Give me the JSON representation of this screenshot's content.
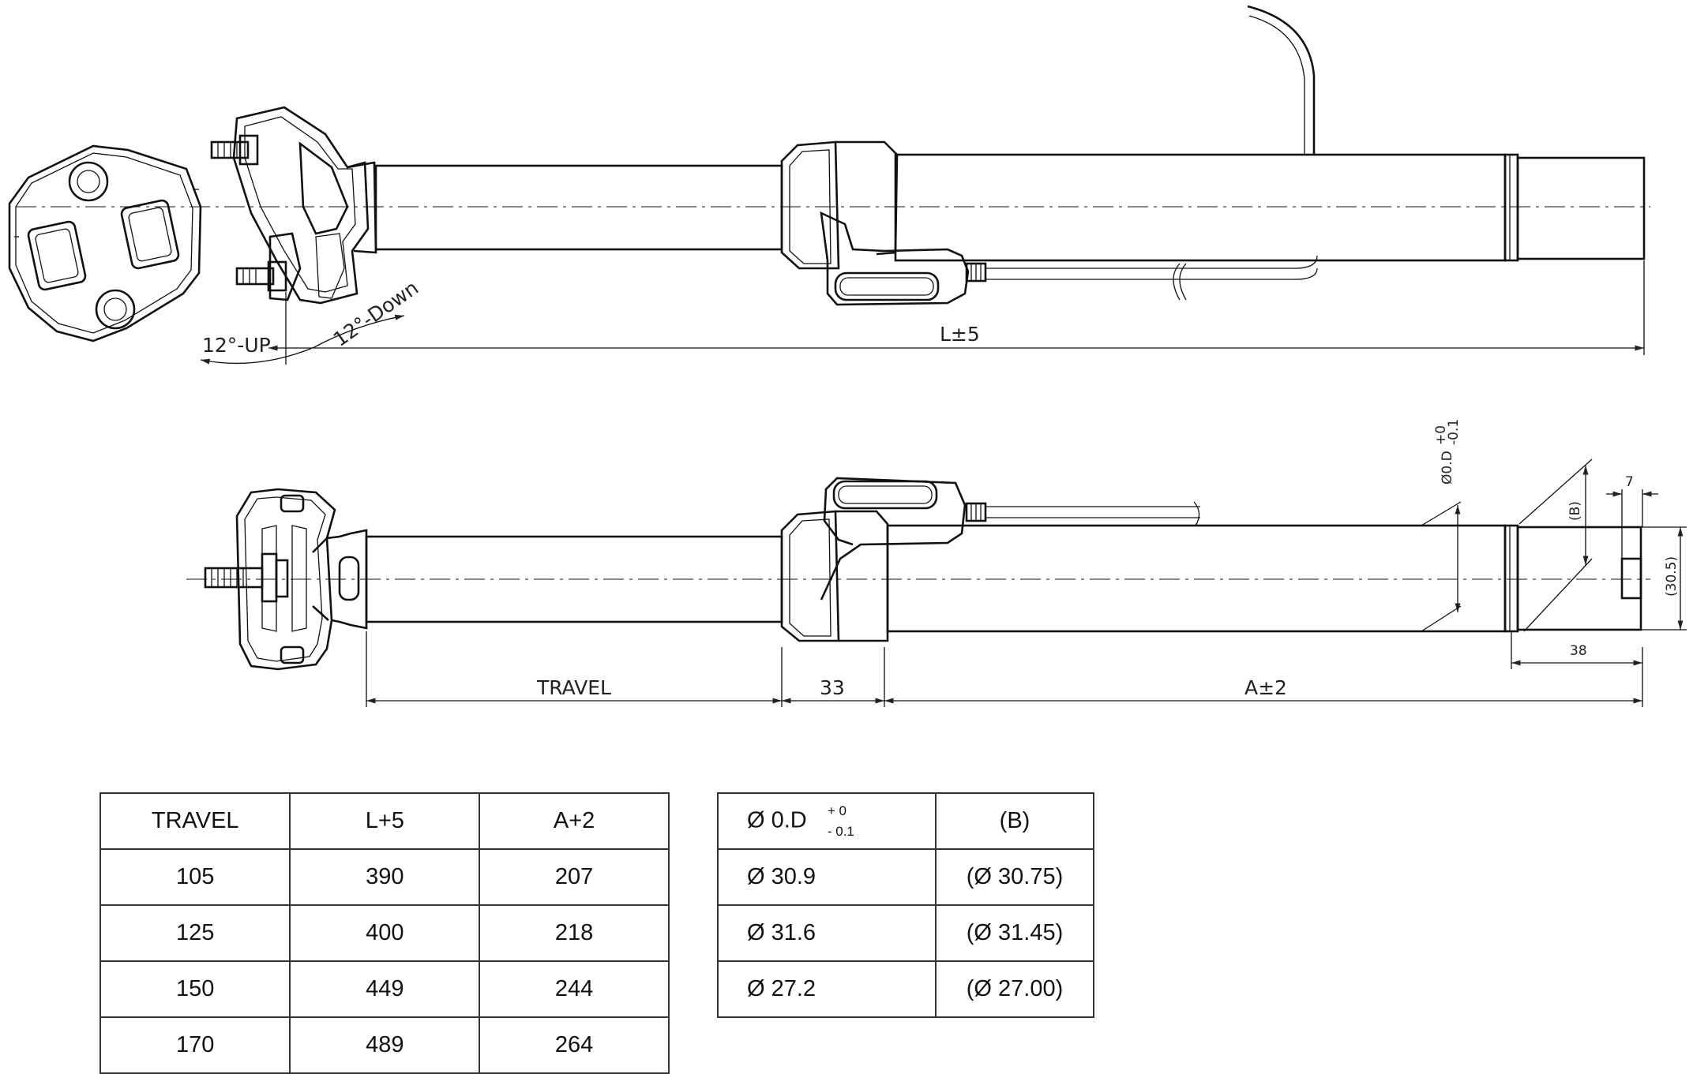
{
  "top_view": {
    "angle_up": "12°-UP",
    "angle_down": "12°-Down",
    "length_dim": "L±5"
  },
  "side_view": {
    "travel_dim": "TRAVEL",
    "fixed_dim": "33",
    "a_dim": "A±2",
    "od_dim_base": "Ø0.D",
    "od_tol_plus": "+0",
    "od_tol_minus": "-0.1",
    "b_dim": "(B)",
    "seven_dim": "7",
    "thirty_eight_dim": "38",
    "thirty_dim": "(30.5)"
  },
  "travel_table": {
    "headers": [
      "TRAVEL",
      "L+5",
      "A+2"
    ],
    "rows": [
      [
        "105",
        "390",
        "207"
      ],
      [
        "125",
        "400",
        "218"
      ],
      [
        "150",
        "449",
        "244"
      ],
      [
        "170",
        "489",
        "264"
      ]
    ]
  },
  "diameter_table": {
    "header_od": "Ø 0.D",
    "tol_plus": "+ 0",
    "tol_minus": "- 0.1",
    "header_b": "(B)",
    "rows": [
      [
        "Ø 30.9",
        "(Ø 30.75)"
      ],
      [
        "Ø 31.6",
        "(Ø 31.45)"
      ],
      [
        "Ø 27.2",
        "(Ø 27.00)"
      ]
    ]
  }
}
